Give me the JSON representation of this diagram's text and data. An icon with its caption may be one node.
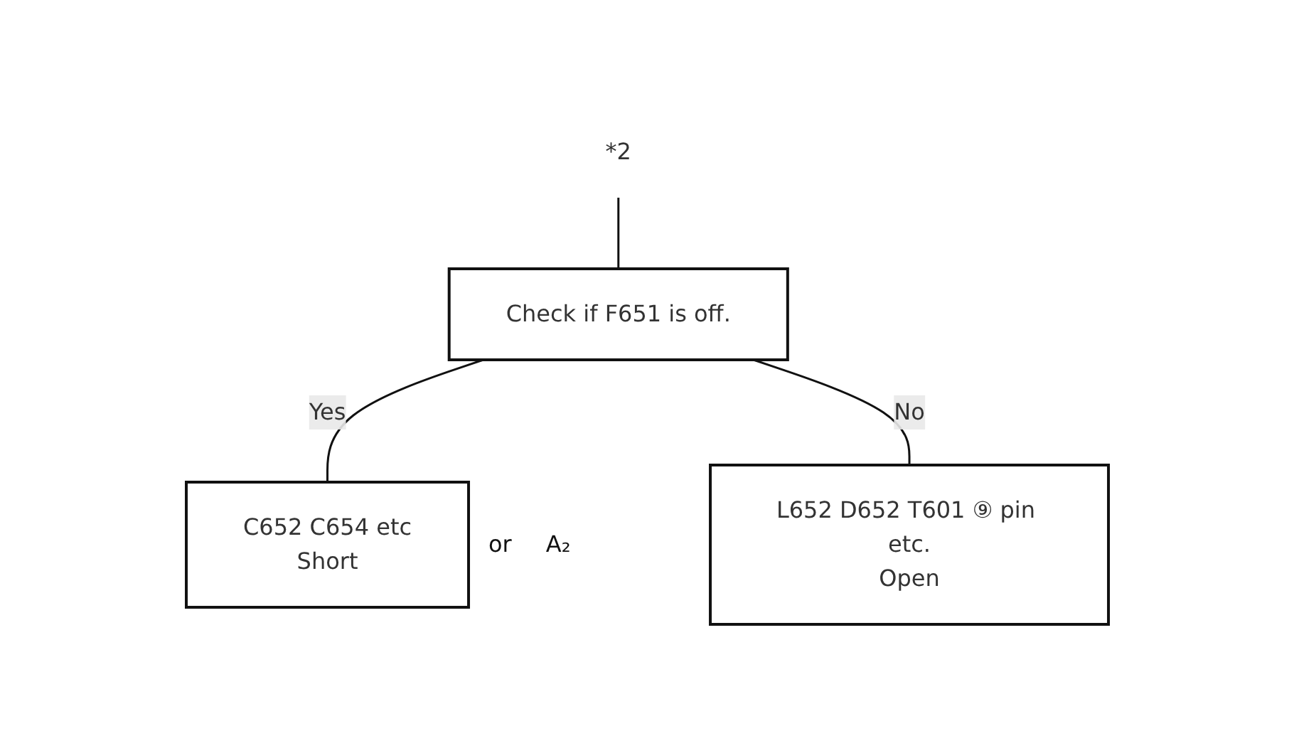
{
  "diagram": {
    "nodes": [
      {
        "text": [
          "*2"
        ]
      },
      {
        "text": [
          "Check if F651 is off."
        ]
      },
      {
        "text": [
          "C652 C654 etc",
          "Short"
        ],
        "beside": [
          "or",
          "A₂"
        ]
      },
      {
        "text": [
          "L652 D652 T601 ⑨ pin etc.",
          "Open"
        ]
      }
    ],
    "edges": [
      {
        "from": 0,
        "to": 1,
        "arrow": "none"
      },
      {
        "from": 1,
        "to": 2,
        "arrow": "none",
        "label": "Yes"
      },
      {
        "from": 1,
        "to": 3,
        "arrow": "none",
        "label": "No"
      }
    ]
  }
}
